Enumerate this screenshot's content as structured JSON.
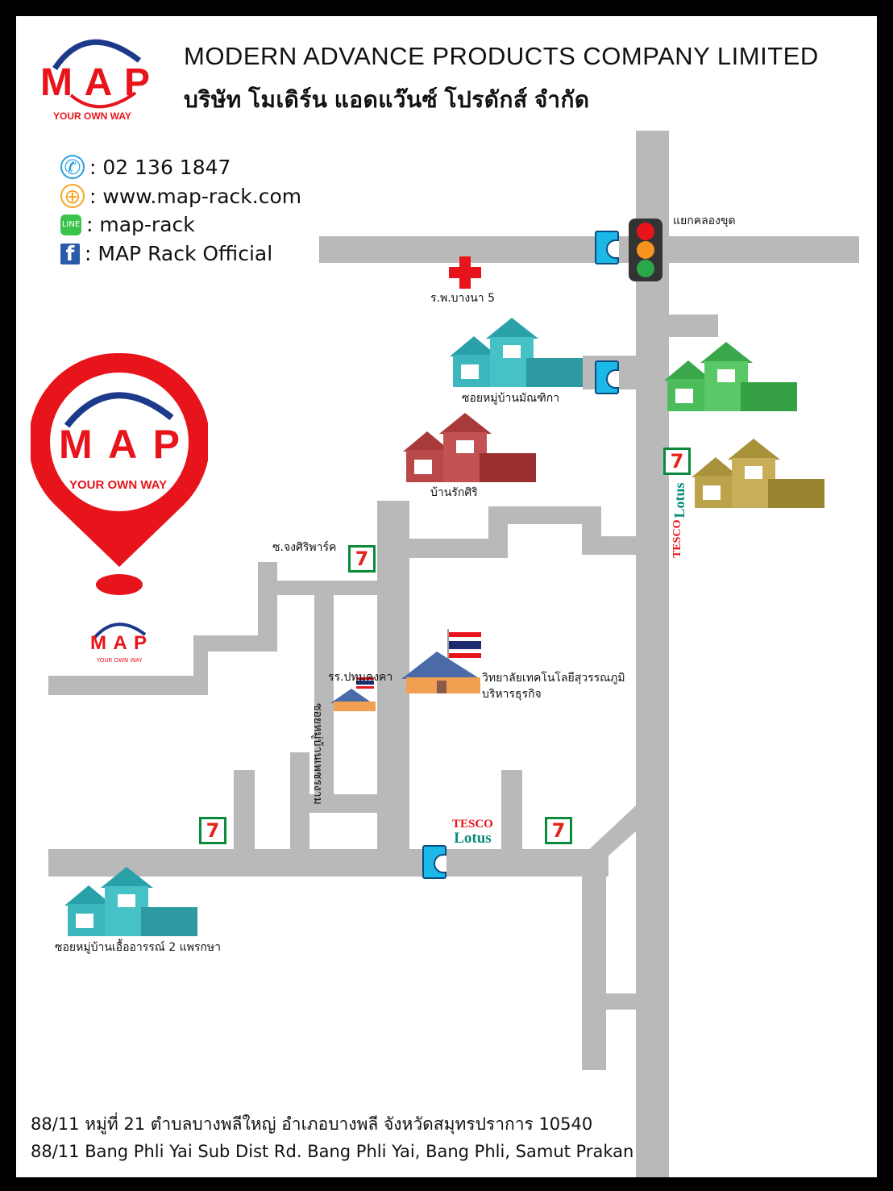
{
  "header": {
    "company_en": "MODERN ADVANCE PRODUCTS COMPANY LIMITED",
    "company_th": "บริษัท โมเดิร์น แอดแว๊นซ์ โปรดักส์ จำกัด",
    "logo_text": "MAP",
    "logo_tagline": "YOUR OWN WAY"
  },
  "contacts": [
    {
      "icon": "phone-icon",
      "text": ": 02 136 1847"
    },
    {
      "icon": "globe-icon",
      "text": ": www.map-rack.com"
    },
    {
      "icon": "line-icon",
      "text": ": map-rack"
    },
    {
      "icon": "facebook-icon",
      "text": ": MAP Rack Official"
    }
  ],
  "landmarks": {
    "intersection": "แยกคลองขุด",
    "hospital": "ร.พ.บางนา 5",
    "village_manthika": "ซอยหมู่บ้านมัณฑิกา",
    "ban_raksiri": "บ้านรักศิริ",
    "soi_chongsiri": "ซ.จงศิริพาร์ค",
    "school": "รร.ปทุมคงคา",
    "college_line1": "วิทยาลัยเทคโนโลยีสุวรรณภูมิ",
    "college_line2": "บริหารธุรกิจ",
    "soi_phetngam": "ซอยหมู่บ้านเพชรงาม",
    "village_euaarun": "ซอยหมู่บ้านเอื้ออารรณ์ 2 แพรกษา",
    "tesco": "TESCO",
    "lotus": "Lotus",
    "seven": "7"
  },
  "address": {
    "th": "88/11 หมู่ที่ 21 ตำบลบางพลีใหญ่ อำเภอบางพลี จังหวัดสมุทรปราการ 10540",
    "en": "88/11 Bang Phli Yai Sub Dist Rd. Bang Phli Yai, Bang Phli, Samut Prakan"
  },
  "colors": {
    "brand_red": "#e8141b",
    "brand_blue": "#1d3a8a",
    "road": "#b9b9b9"
  }
}
